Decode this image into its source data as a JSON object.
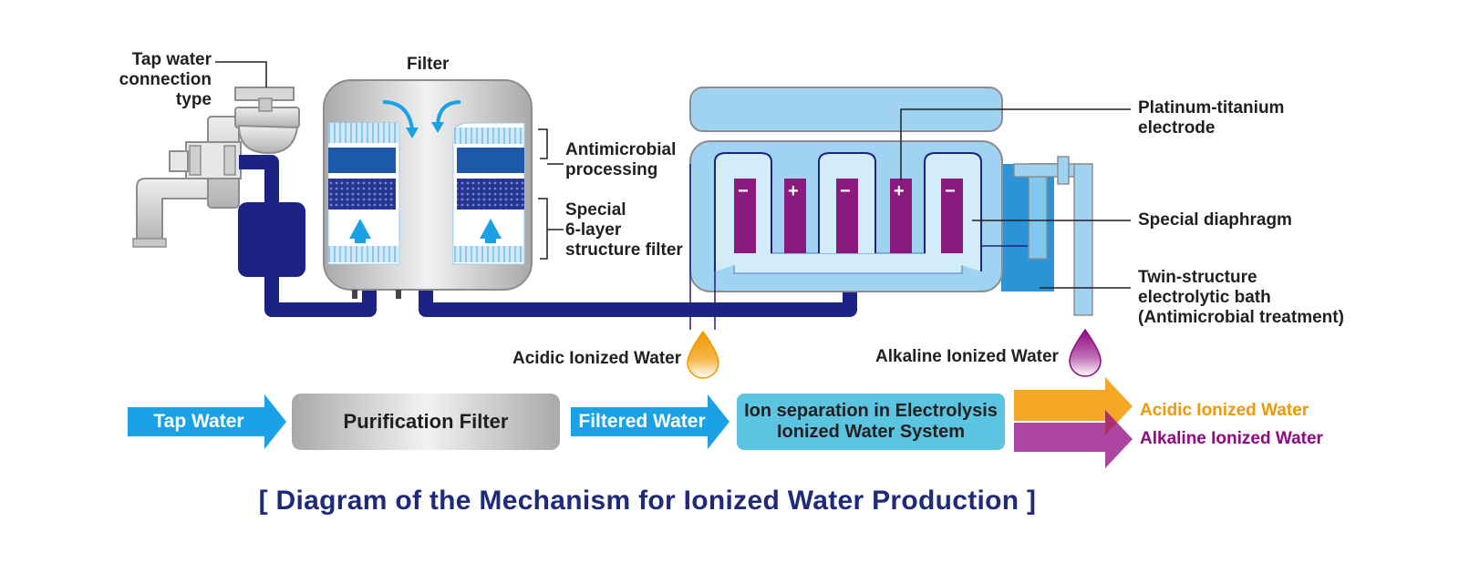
{
  "labels": {
    "tap_connection": "Tap water\nconnection type",
    "filter": "Filter",
    "antimicrobial": "Antimicrobial\nprocessing",
    "special_filter": "Special\n6-layer\nstructure filter",
    "electrode": "Platinum-titanium\nelectrode",
    "diaphragm": "Special diaphragm",
    "bath": "Twin-structure\nelectrolytic bath\n(Antimicrobial treatment)",
    "acidic_output": "Acidic Ionized Water",
    "alkaline_output": "Alkaline Ionized Water"
  },
  "flow": {
    "tap_water": "Tap Water",
    "purification": "Purification Filter",
    "filtered": "Filtered Water",
    "ion_separation": "Ion separation in Electrolysis\nIonized Water System",
    "acidic": "Acidic Ionized Water",
    "alkaline": "Alkaline Ionized Water"
  },
  "electrodes": {
    "minus": "−",
    "plus": "+"
  },
  "caption": "[ Diagram of the Mechanism for Ionized Water Production ]",
  "colors": {
    "pipe": "#1c2384",
    "light_blue": "#9fd3f1",
    "flow_blue": "#1aa1e6",
    "acidic": "#f39800",
    "alkaline": "#920783",
    "caption": "#1f2a7a",
    "purple_electrode": "#8b1a7e"
  },
  "icons": {
    "faucet": "faucet-icon",
    "filter_cartridge": "filter-cartridge-icon",
    "electrolysis_tank": "electrolytic-bath-icon",
    "acidic_drop": "orange-droplet-icon",
    "alkaline_drop": "purple-droplet-icon"
  }
}
